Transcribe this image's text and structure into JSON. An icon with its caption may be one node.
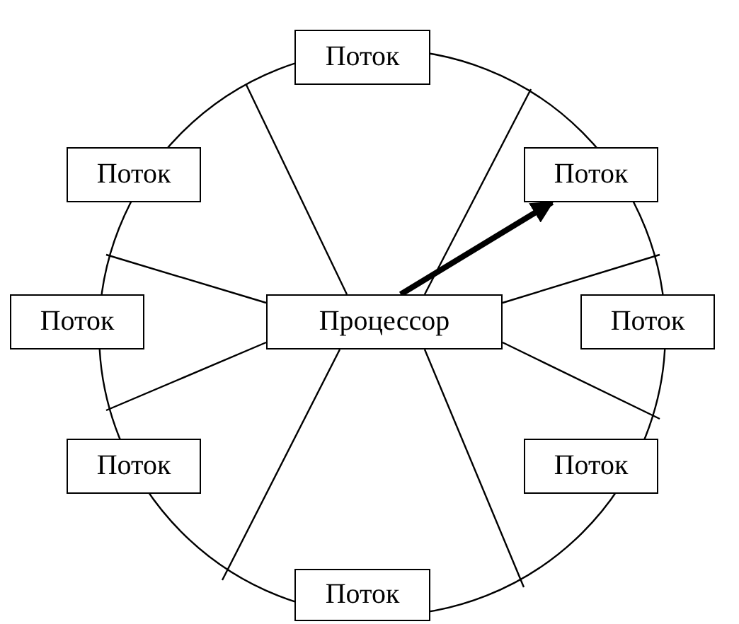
{
  "diagram": {
    "nodes": [
      {
        "text": [
          "Поток"
        ]
      },
      {
        "text": [
          "Поток"
        ]
      },
      {
        "text": [
          "Поток"
        ]
      },
      {
        "text": [
          "Поток"
        ]
      },
      {
        "text": [
          "Процессор"
        ]
      },
      {
        "text": [
          "Поток"
        ]
      },
      {
        "text": [
          "Поток"
        ]
      },
      {
        "text": [
          "Поток"
        ]
      },
      {
        "text": [
          "Поток"
        ]
      }
    ],
    "edges": [
      {
        "from": 4,
        "to": 2,
        "arrow": "to"
      }
    ]
  }
}
